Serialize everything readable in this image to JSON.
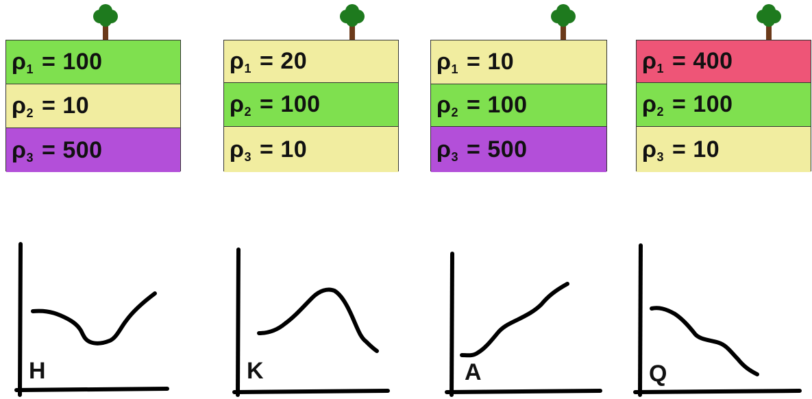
{
  "models": [
    {
      "layers": [
        {
          "symbol": "ρ",
          "index": "1",
          "value": "100",
          "color": "#7FE04F"
        },
        {
          "symbol": "ρ",
          "index": "2",
          "value": "10",
          "color": "#F1EDA0"
        },
        {
          "symbol": "ρ",
          "index": "3",
          "value": "500",
          "color": "#B34FD9"
        }
      ],
      "curve": {
        "letter": "H",
        "type": "min-then-rise"
      }
    },
    {
      "layers": [
        {
          "symbol": "ρ",
          "index": "1",
          "value": "20",
          "color": "#F1EDA0"
        },
        {
          "symbol": "ρ",
          "index": "2",
          "value": "100",
          "color": "#7FE04F"
        },
        {
          "symbol": "ρ",
          "index": "3",
          "value": "10",
          "color": "#F1EDA0"
        }
      ],
      "curve": {
        "letter": "K",
        "type": "peak"
      }
    },
    {
      "layers": [
        {
          "symbol": "ρ",
          "index": "1",
          "value": "10",
          "color": "#F1EDA0"
        },
        {
          "symbol": "ρ",
          "index": "2",
          "value": "100",
          "color": "#7FE04F"
        },
        {
          "symbol": "ρ",
          "index": "3",
          "value": "500",
          "color": "#B34FD9"
        }
      ],
      "curve": {
        "letter": "A",
        "type": "rising"
      }
    },
    {
      "layers": [
        {
          "symbol": "ρ",
          "index": "1",
          "value": "400",
          "color": "#EE5577"
        },
        {
          "symbol": "ρ",
          "index": "2",
          "value": "100",
          "color": "#7FE04F"
        },
        {
          "symbol": "ρ",
          "index": "3",
          "value": "10",
          "color": "#F1EDA0"
        }
      ],
      "curve": {
        "letter": "Q",
        "type": "falling"
      }
    }
  ],
  "colors": {
    "conductive": "#F1EDA0",
    "medium": "#7FE04F",
    "resistive": "#B34FD9",
    "very_resistive": "#EE5577",
    "tree_foliage": "#1E7A1E",
    "tree_trunk": "#6B3A1A"
  },
  "icons": {
    "surface": "tree-icon"
  }
}
